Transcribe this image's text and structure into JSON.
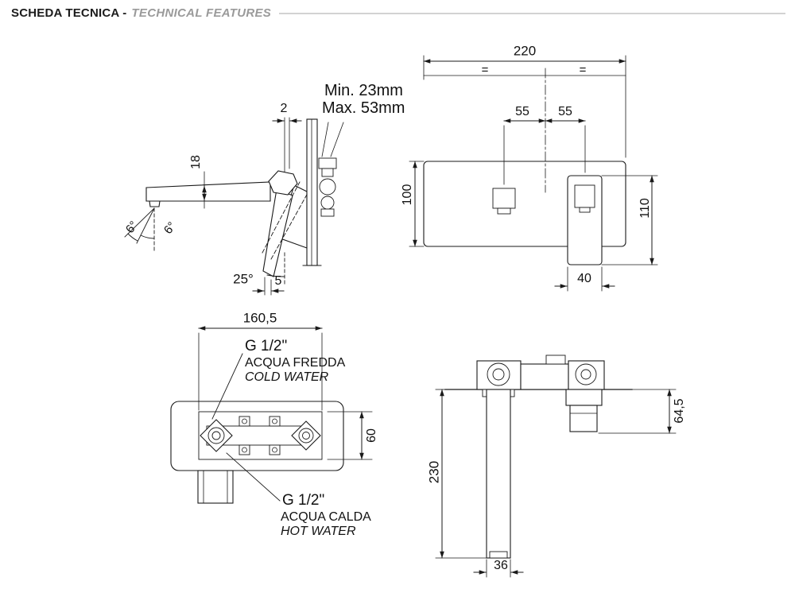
{
  "header": {
    "title": "SCHEDA TECNICA -",
    "subtitle": "TECHNICAL FEATURES"
  },
  "side_view": {
    "plate_thickness": "2",
    "depth_min": "Min. 23mm",
    "depth_max": "Max. 53mm",
    "spout_height": "18",
    "spray_angle_left": "6°",
    "spray_angle_right": "6°",
    "handle_angle": "25°",
    "handle_gap": "5"
  },
  "front_view": {
    "plate_width": "220",
    "equal_left": "=",
    "equal_right": "=",
    "spacing_left": "55",
    "spacing_right": "55",
    "plate_height": "100",
    "handle_plate_height": "110",
    "handle_plate_width": "40"
  },
  "top_view": {
    "body_width": "160,5",
    "body_depth": "60",
    "cold_thread": "G 1/2\"",
    "cold_label_it": "ACQUA FREDDA",
    "cold_label_en": "COLD WATER",
    "hot_thread": "G 1/2\"",
    "hot_label_it": "ACQUA CALDA",
    "hot_label_en": "HOT WATER"
  },
  "section_view": {
    "handle_height": "64,5",
    "spout_length": "230",
    "spout_width": "36"
  }
}
